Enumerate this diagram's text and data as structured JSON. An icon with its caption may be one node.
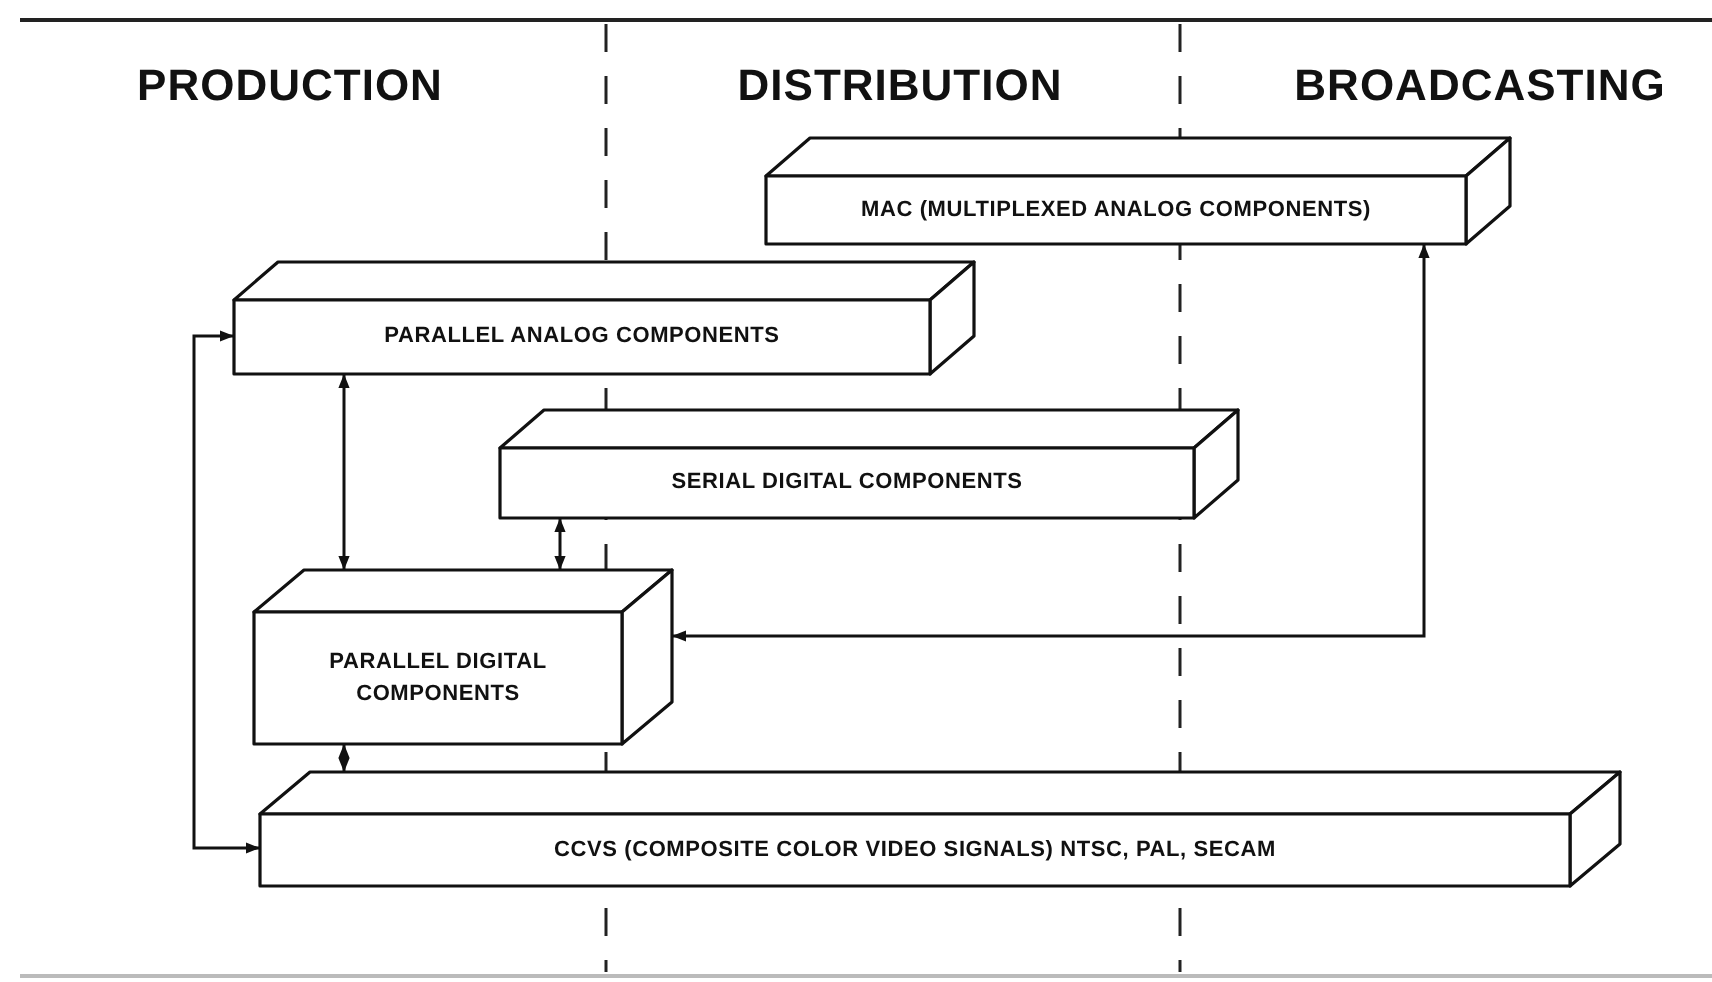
{
  "diagram": {
    "nodes": [
      {
        "text": [
          "MAC (MULTIPLEXED ANALOG COMPONENTS)"
        ]
      },
      {
        "text": [
          "PARALLEL ANALOG COMPONENTS"
        ]
      },
      {
        "text": [
          "SERIAL DIGITAL COMPONENTS"
        ]
      },
      {
        "text": [
          "PARALLEL DIGITAL COMPONENTS"
        ]
      },
      {
        "text": [
          "CCVS (COMPOSITE COLOR VIDEO SIGNALS) NTSC, PAL, SECAM"
        ]
      }
    ],
    "edges": [
      {
        "from": 1,
        "to": 3,
        "arrow": "both"
      },
      {
        "from": 2,
        "to": 3,
        "arrow": "both"
      },
      {
        "from": 3,
        "to": 4,
        "arrow": "both"
      },
      {
        "from": 4,
        "to": 1,
        "arrow": "both"
      },
      {
        "from": 3,
        "to": 0,
        "arrow": "both"
      }
    ],
    "labels": [
      "PRODUCTION",
      "DISTRIBUTION",
      "BROADCASTING"
    ]
  }
}
